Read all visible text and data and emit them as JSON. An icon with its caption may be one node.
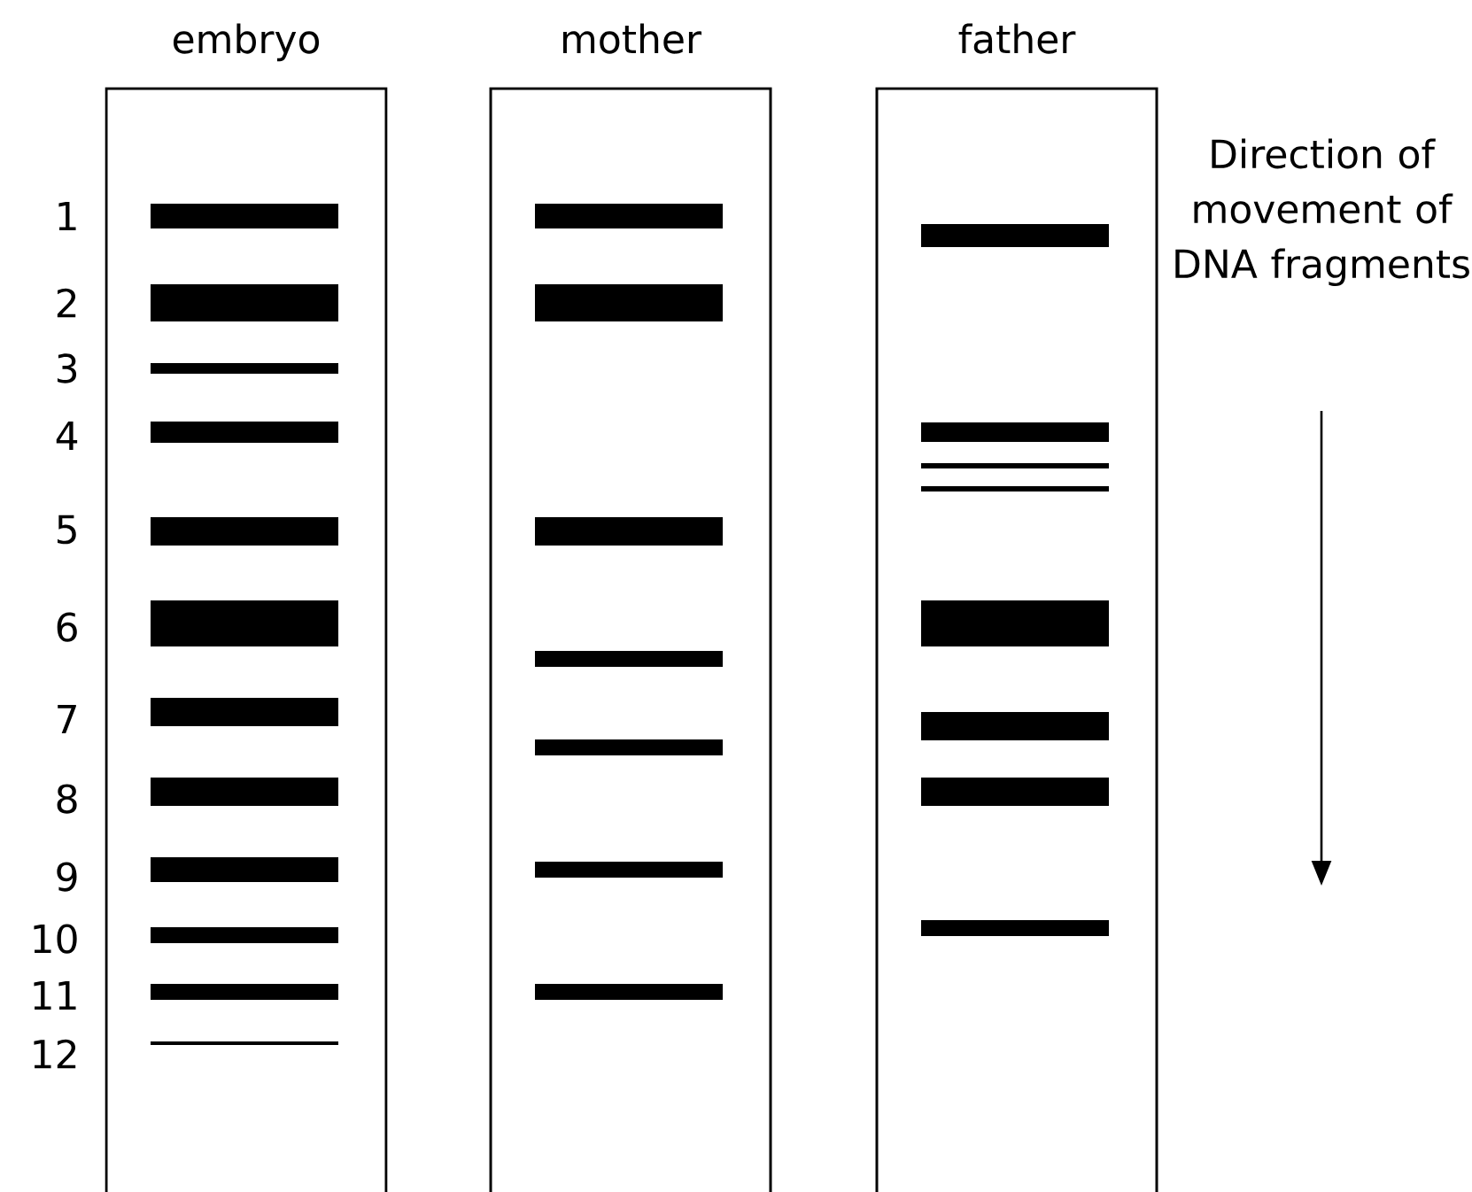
{
  "diagram": {
    "nodes": [
      {
        "text": [
          "embryo"
        ]
      },
      {
        "text": [
          "mother"
        ]
      },
      {
        "text": [
          "father"
        ]
      }
    ],
    "labels": [
      "1",
      "2",
      "3",
      "4",
      "5",
      "6",
      "7",
      "8",
      "9",
      "10",
      "11",
      "12",
      "Direction of movement of DNA fragments"
    ]
  }
}
